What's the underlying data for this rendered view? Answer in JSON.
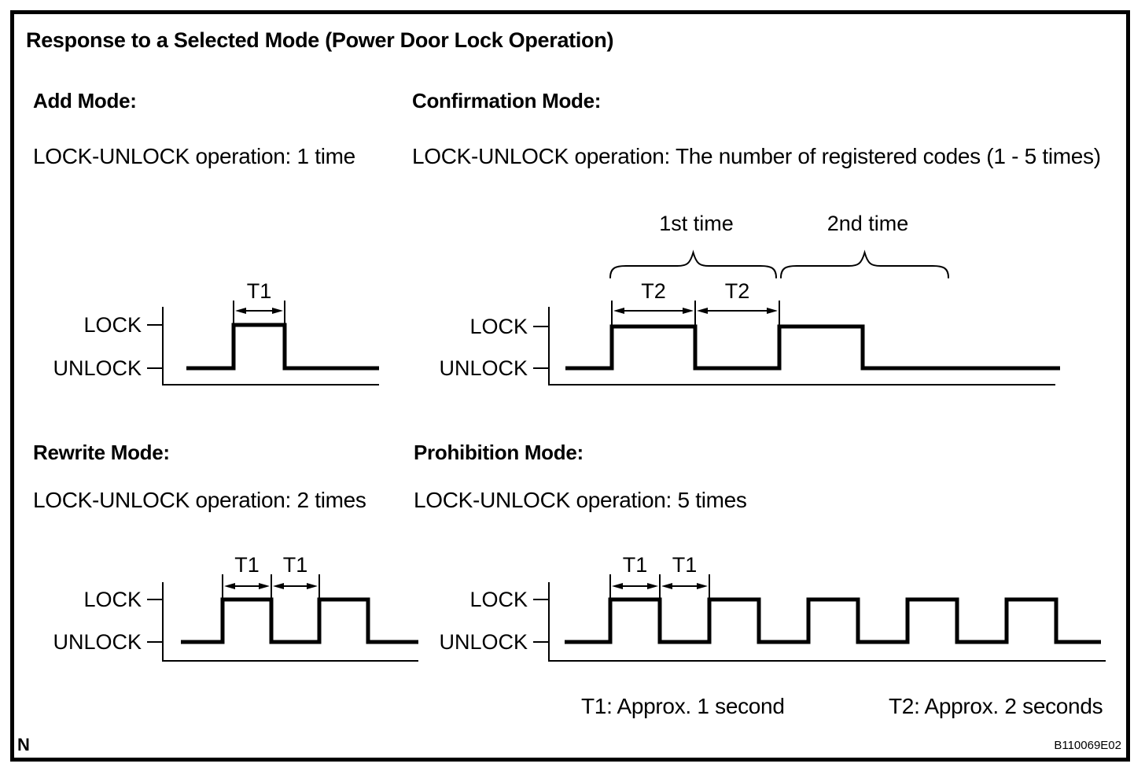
{
  "title": "Response to a Selected Mode (Power Door Lock Operation)",
  "modes": {
    "add": {
      "heading": "Add Mode:",
      "operation": "LOCK-UNLOCK operation: 1 time"
    },
    "confirmation": {
      "heading": "Confirmation Mode:",
      "operation": "LOCK-UNLOCK operation: The number of registered codes (1 - 5 times)"
    },
    "rewrite": {
      "heading": "Rewrite Mode:",
      "operation": "LOCK-UNLOCK operation: 2 times"
    },
    "prohibition": {
      "heading": "Prohibition Mode:",
      "operation": "LOCK-UNLOCK operation: 5 times"
    }
  },
  "legend": {
    "t1": "T1: Approx. 1 second",
    "t2": "T2: Approx. 2 seconds"
  },
  "footer": {
    "page_marker": "N",
    "figure_code": "B110069E02"
  },
  "chart_data": [
    {
      "type": "line",
      "mode": "Add Mode",
      "signal": "power-door-lock-state",
      "levels": [
        "LOCK",
        "UNLOCK"
      ],
      "pulse_count": 1,
      "pulse_duration_labels": [
        "T1"
      ],
      "t1_approx_seconds": 1
    },
    {
      "type": "line",
      "mode": "Confirmation Mode",
      "signal": "power-door-lock-state",
      "levels": [
        "LOCK",
        "UNLOCK"
      ],
      "pulse_count": 2,
      "pulse_duration_labels": [
        "T2",
        "T2"
      ],
      "cycle_brace_labels": [
        "1st time",
        "2nd time"
      ],
      "t2_approx_seconds": 2
    },
    {
      "type": "line",
      "mode": "Rewrite Mode",
      "signal": "power-door-lock-state",
      "levels": [
        "LOCK",
        "UNLOCK"
      ],
      "pulse_count": 2,
      "pulse_duration_labels": [
        "T1",
        "T1"
      ],
      "t1_approx_seconds": 1
    },
    {
      "type": "line",
      "mode": "Prohibition Mode",
      "signal": "power-door-lock-state",
      "levels": [
        "LOCK",
        "UNLOCK"
      ],
      "pulse_count": 5,
      "pulse_duration_labels": [
        "T1",
        "T1"
      ],
      "t1_approx_seconds": 1
    }
  ]
}
